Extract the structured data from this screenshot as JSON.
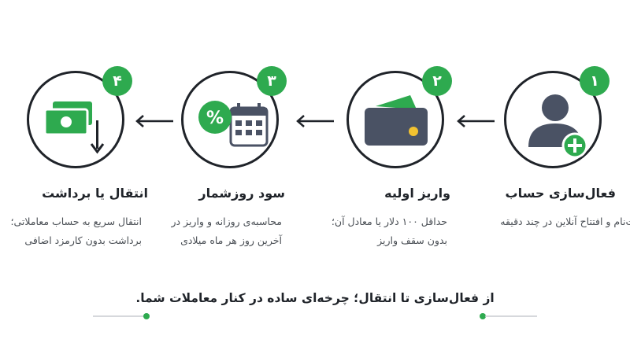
{
  "steps": [
    {
      "number": "۱",
      "title": "فعال‌سازی حساب",
      "desc_lines": [
        "ثبت‌نام و افتتاح آنلاین در چند دقیقه"
      ]
    },
    {
      "number": "۲",
      "title": "واریز اولیه",
      "desc_lines": [
        "حداقل ۱۰۰ دلار یا معادل آن؛",
        "بدون سقف واریز"
      ]
    },
    {
      "number": "۳",
      "title": "سود روزشمار",
      "desc_lines": [
        "محاسبه‌ی روزانه و واریز در",
        "آخرین روز هر ماه میلادی"
      ]
    },
    {
      "number": "۴",
      "title": "انتقال یا برداشت",
      "desc_lines": [
        "انتقال سریع به حساب معاملاتی؛",
        "برداشت بدون کارمزد اضافی"
      ]
    }
  ],
  "tagline": "از فعال‌سازی تا انتقال؛ چرخه‌ای ساده در کنار معاملات شما.",
  "colors": {
    "accent": "#2eaa4f",
    "dark": "#1f2329",
    "icon_fill": "#4a5264",
    "coin": "#f2c230"
  },
  "icons": [
    "user-add-icon",
    "wallet-icon",
    "calendar-percent-icon",
    "cash-withdraw-icon"
  ]
}
